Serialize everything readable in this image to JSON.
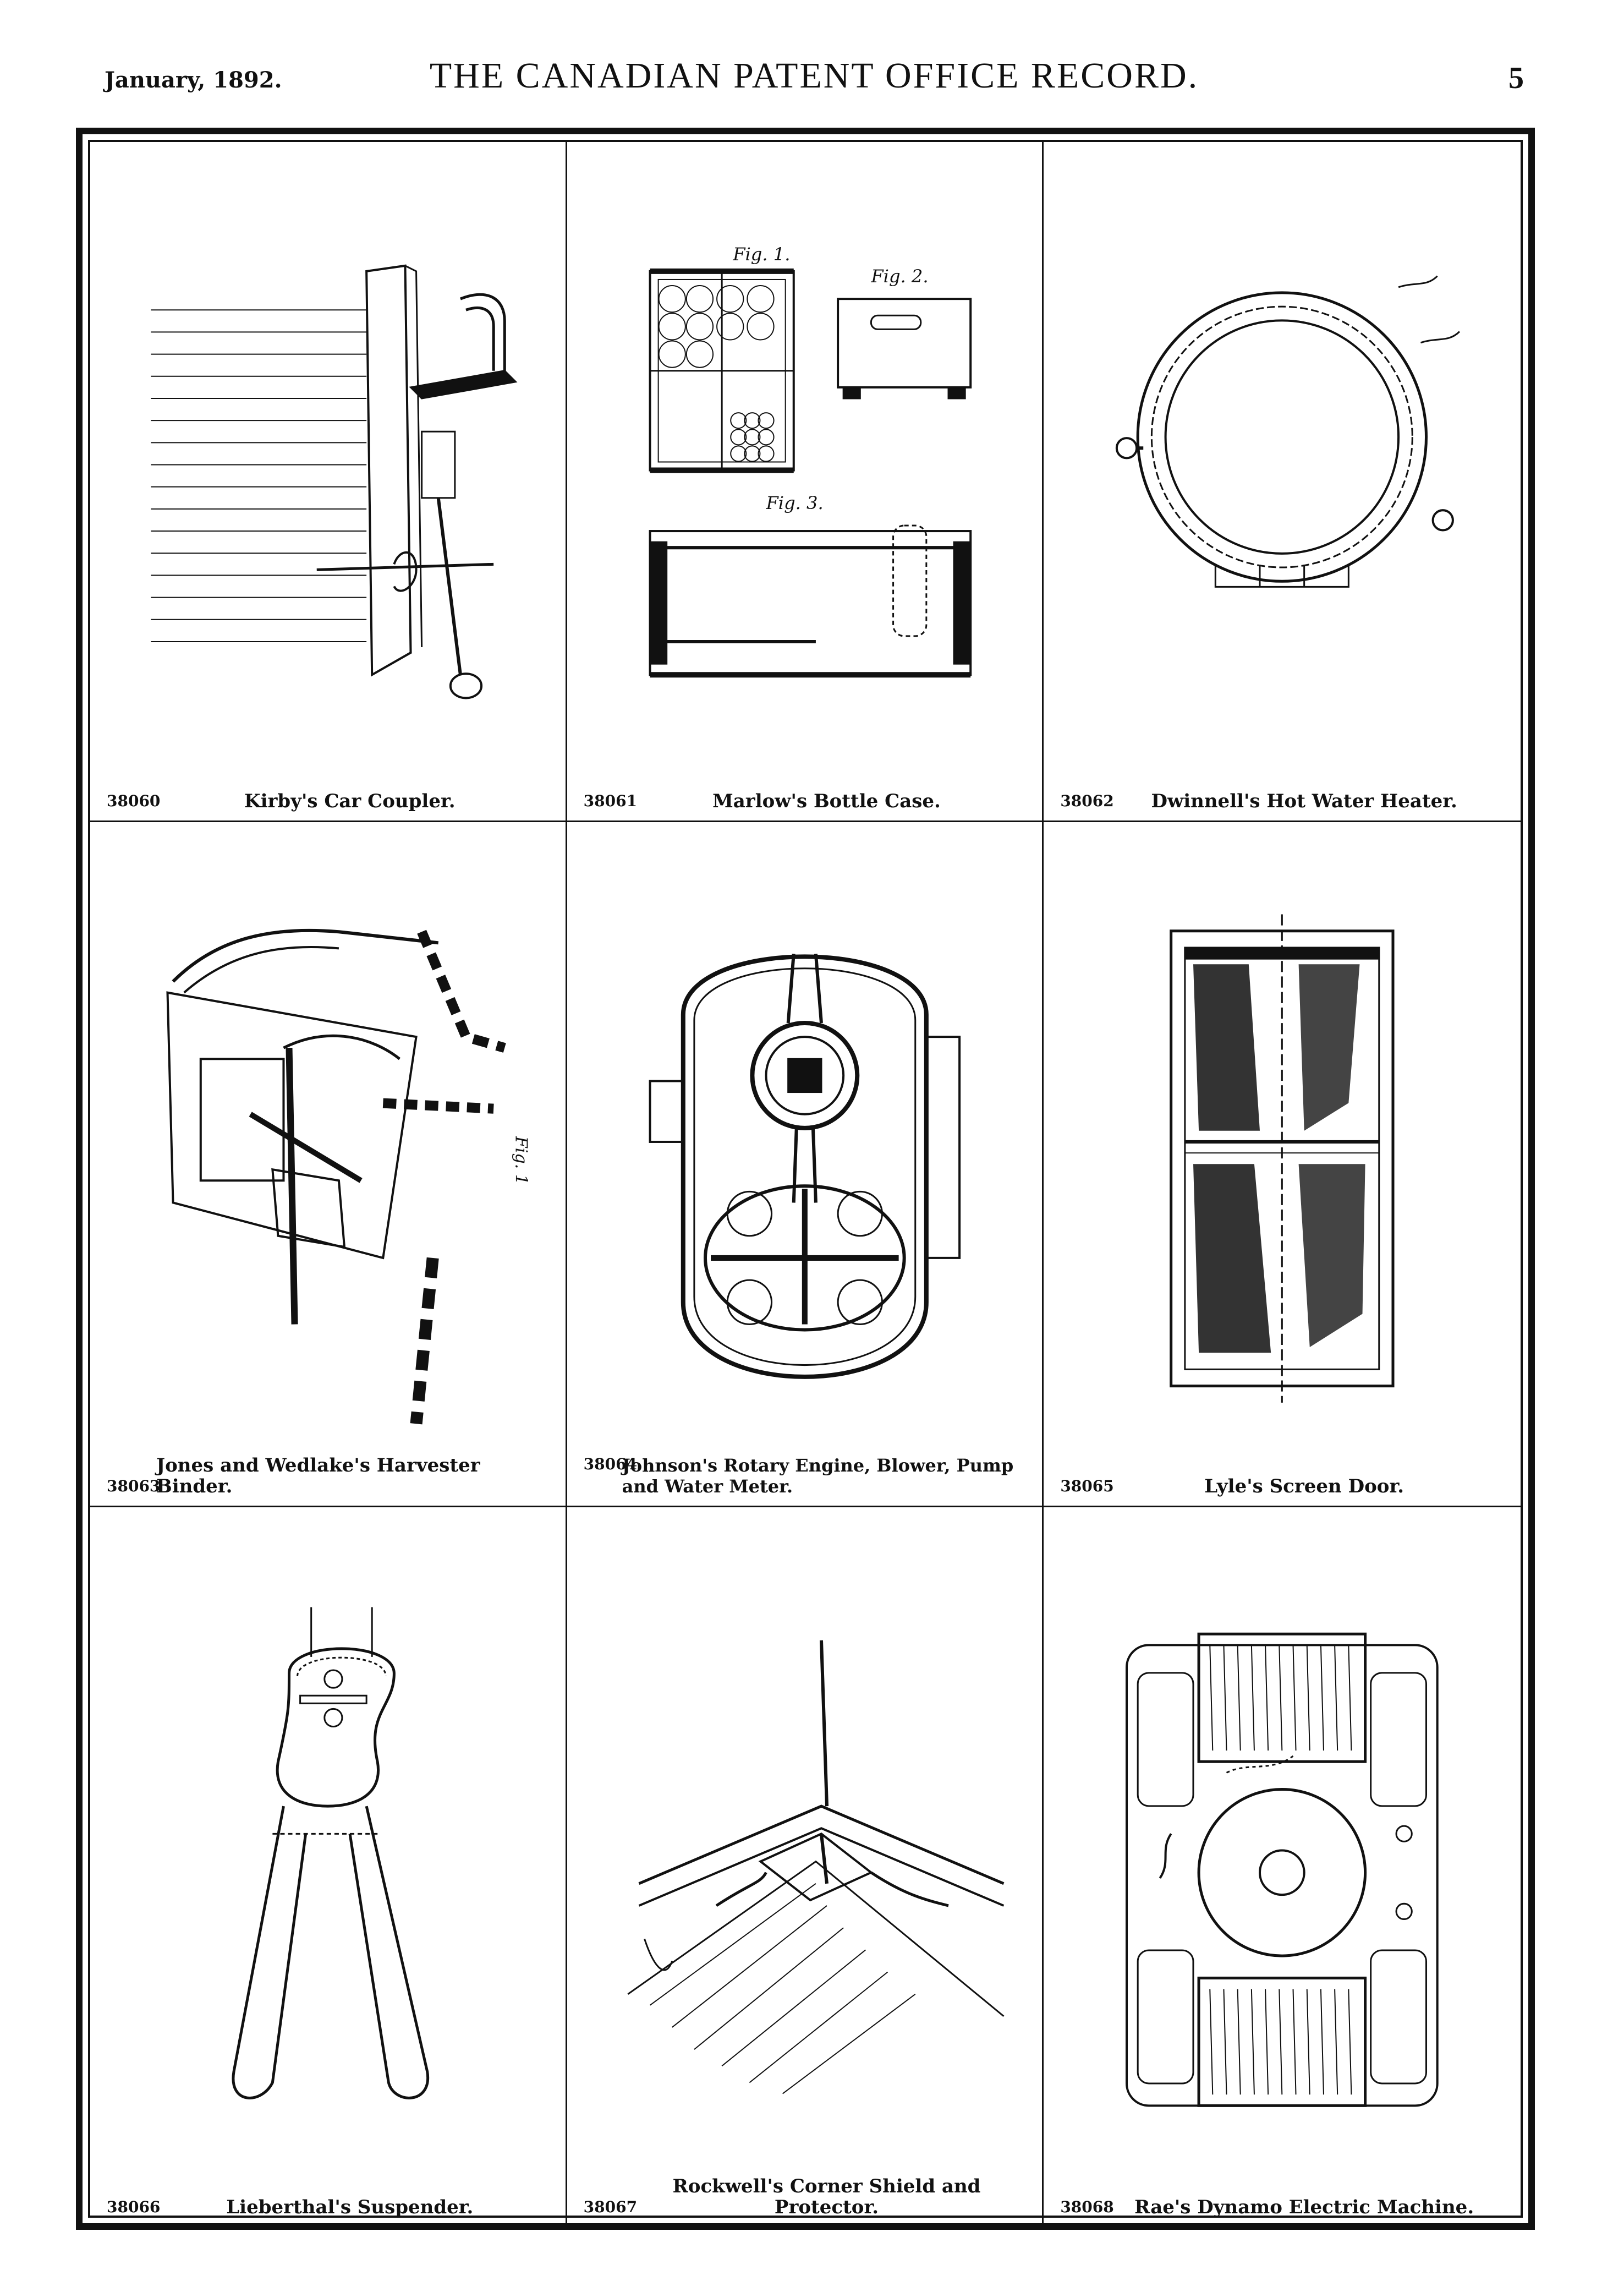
{
  "header": {
    "date": "January, 1892.",
    "title": "THE CANADIAN PATENT OFFICE RECORD.",
    "page_number": "5"
  },
  "patents": [
    {
      "number": "38060",
      "title": "Kirby's Car Coupler."
    },
    {
      "number": "38061",
      "title": "Marlow's Bottle Case."
    },
    {
      "number": "38062",
      "title": "Dwinnell's Hot Water Heater."
    },
    {
      "number": "38063",
      "title": "Jones and Wedlake's Harvester Binder."
    },
    {
      "number": "38064",
      "title": "Johnson's Rotary Engine, Blower, Pump and Water Meter."
    },
    {
      "number": "38065",
      "title": "Lyle's Screen Door."
    },
    {
      "number": "38066",
      "title": "Lieberthal's Suspender."
    },
    {
      "number": "38067",
      "title": "Rockwell's Corner Shield and Protector."
    },
    {
      "number": "38068",
      "title": "Rae's Dynamo Electric Machine."
    }
  ],
  "figure_labels": {
    "bottle_fig1": "Fig. 1.",
    "bottle_fig2": "Fig. 2.",
    "bottle_fig3": "Fig. 3.",
    "binder_fig": "Fig. 1"
  }
}
